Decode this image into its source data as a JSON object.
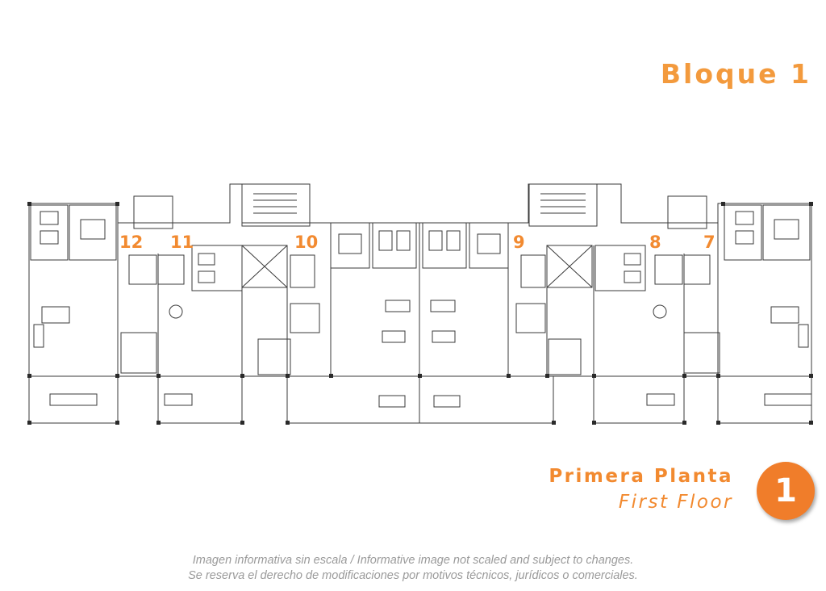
{
  "title": "Bloque 1",
  "units": [
    "12",
    "11",
    "10",
    "9",
    "8",
    "7"
  ],
  "floor": {
    "name_es": "Primera Planta",
    "name_en": "First Floor",
    "number": "1",
    "accent_color": "#f28a30"
  },
  "disclaimer": {
    "line1": "Imagen informativa sin escala /  Informative image not scaled and subject to changes.",
    "line2": "Se reserva el derecho de modificaciones por motivos técnicos, jurídicos o comerciales."
  }
}
